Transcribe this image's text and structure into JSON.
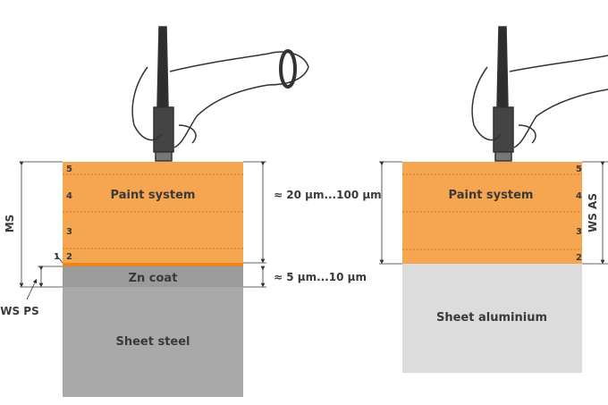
{
  "left": {
    "paint_label": "Paint system",
    "zn_label": "Zn coat",
    "substrate_label": "Sheet steel",
    "layers": [
      "1",
      "2",
      "3",
      "4",
      "5"
    ],
    "ms_label": "MS",
    "ws_ps_label": "WS PS",
    "paint_thickness": "≈ 20 µm...100 µm",
    "zn_thickness": "≈ 5 µm...10 µm"
  },
  "right": {
    "paint_label": "Paint system",
    "substrate_label": "Sheet aluminium",
    "layers": [
      "2",
      "3",
      "4",
      "5"
    ],
    "ws_as_label": "WS AS"
  },
  "colors": {
    "paint": "#f6a550",
    "zn": "#9b9b9b",
    "steel": "#a9a9a9",
    "aluminium": "#dcdcdc",
    "primer": "#e8851f"
  }
}
